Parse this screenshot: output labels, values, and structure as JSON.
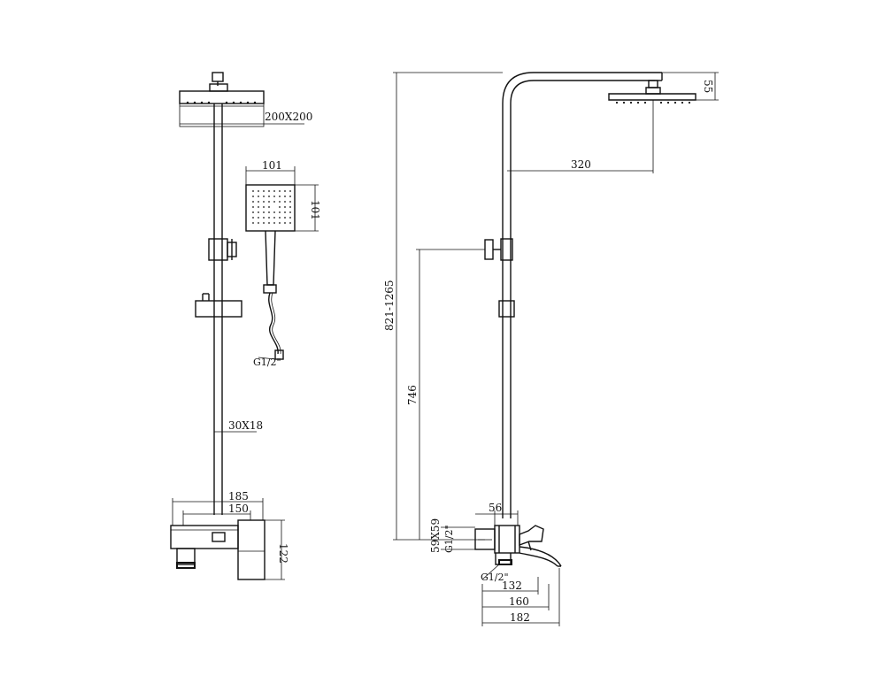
{
  "front_view": {
    "head_size": "200X200",
    "hand_shower_width": "101",
    "hand_shower_height": "101",
    "hose_connection": "G1/2\"",
    "rail_section": "30X18",
    "mixer_outer_width": "185",
    "mixer_centers": "150",
    "mixer_height": "122"
  },
  "side_view": {
    "head_height": "55",
    "arm_reach": "320",
    "total_height": "821-1265",
    "inlet_to_holder": "746",
    "mixer_box": "56",
    "inlet_box": "59X59",
    "inlet_thread": "G1/2\"",
    "outlet_thread": "G1/2\"",
    "spout_132": "132",
    "spout_160": "160",
    "spout_182": "182"
  }
}
